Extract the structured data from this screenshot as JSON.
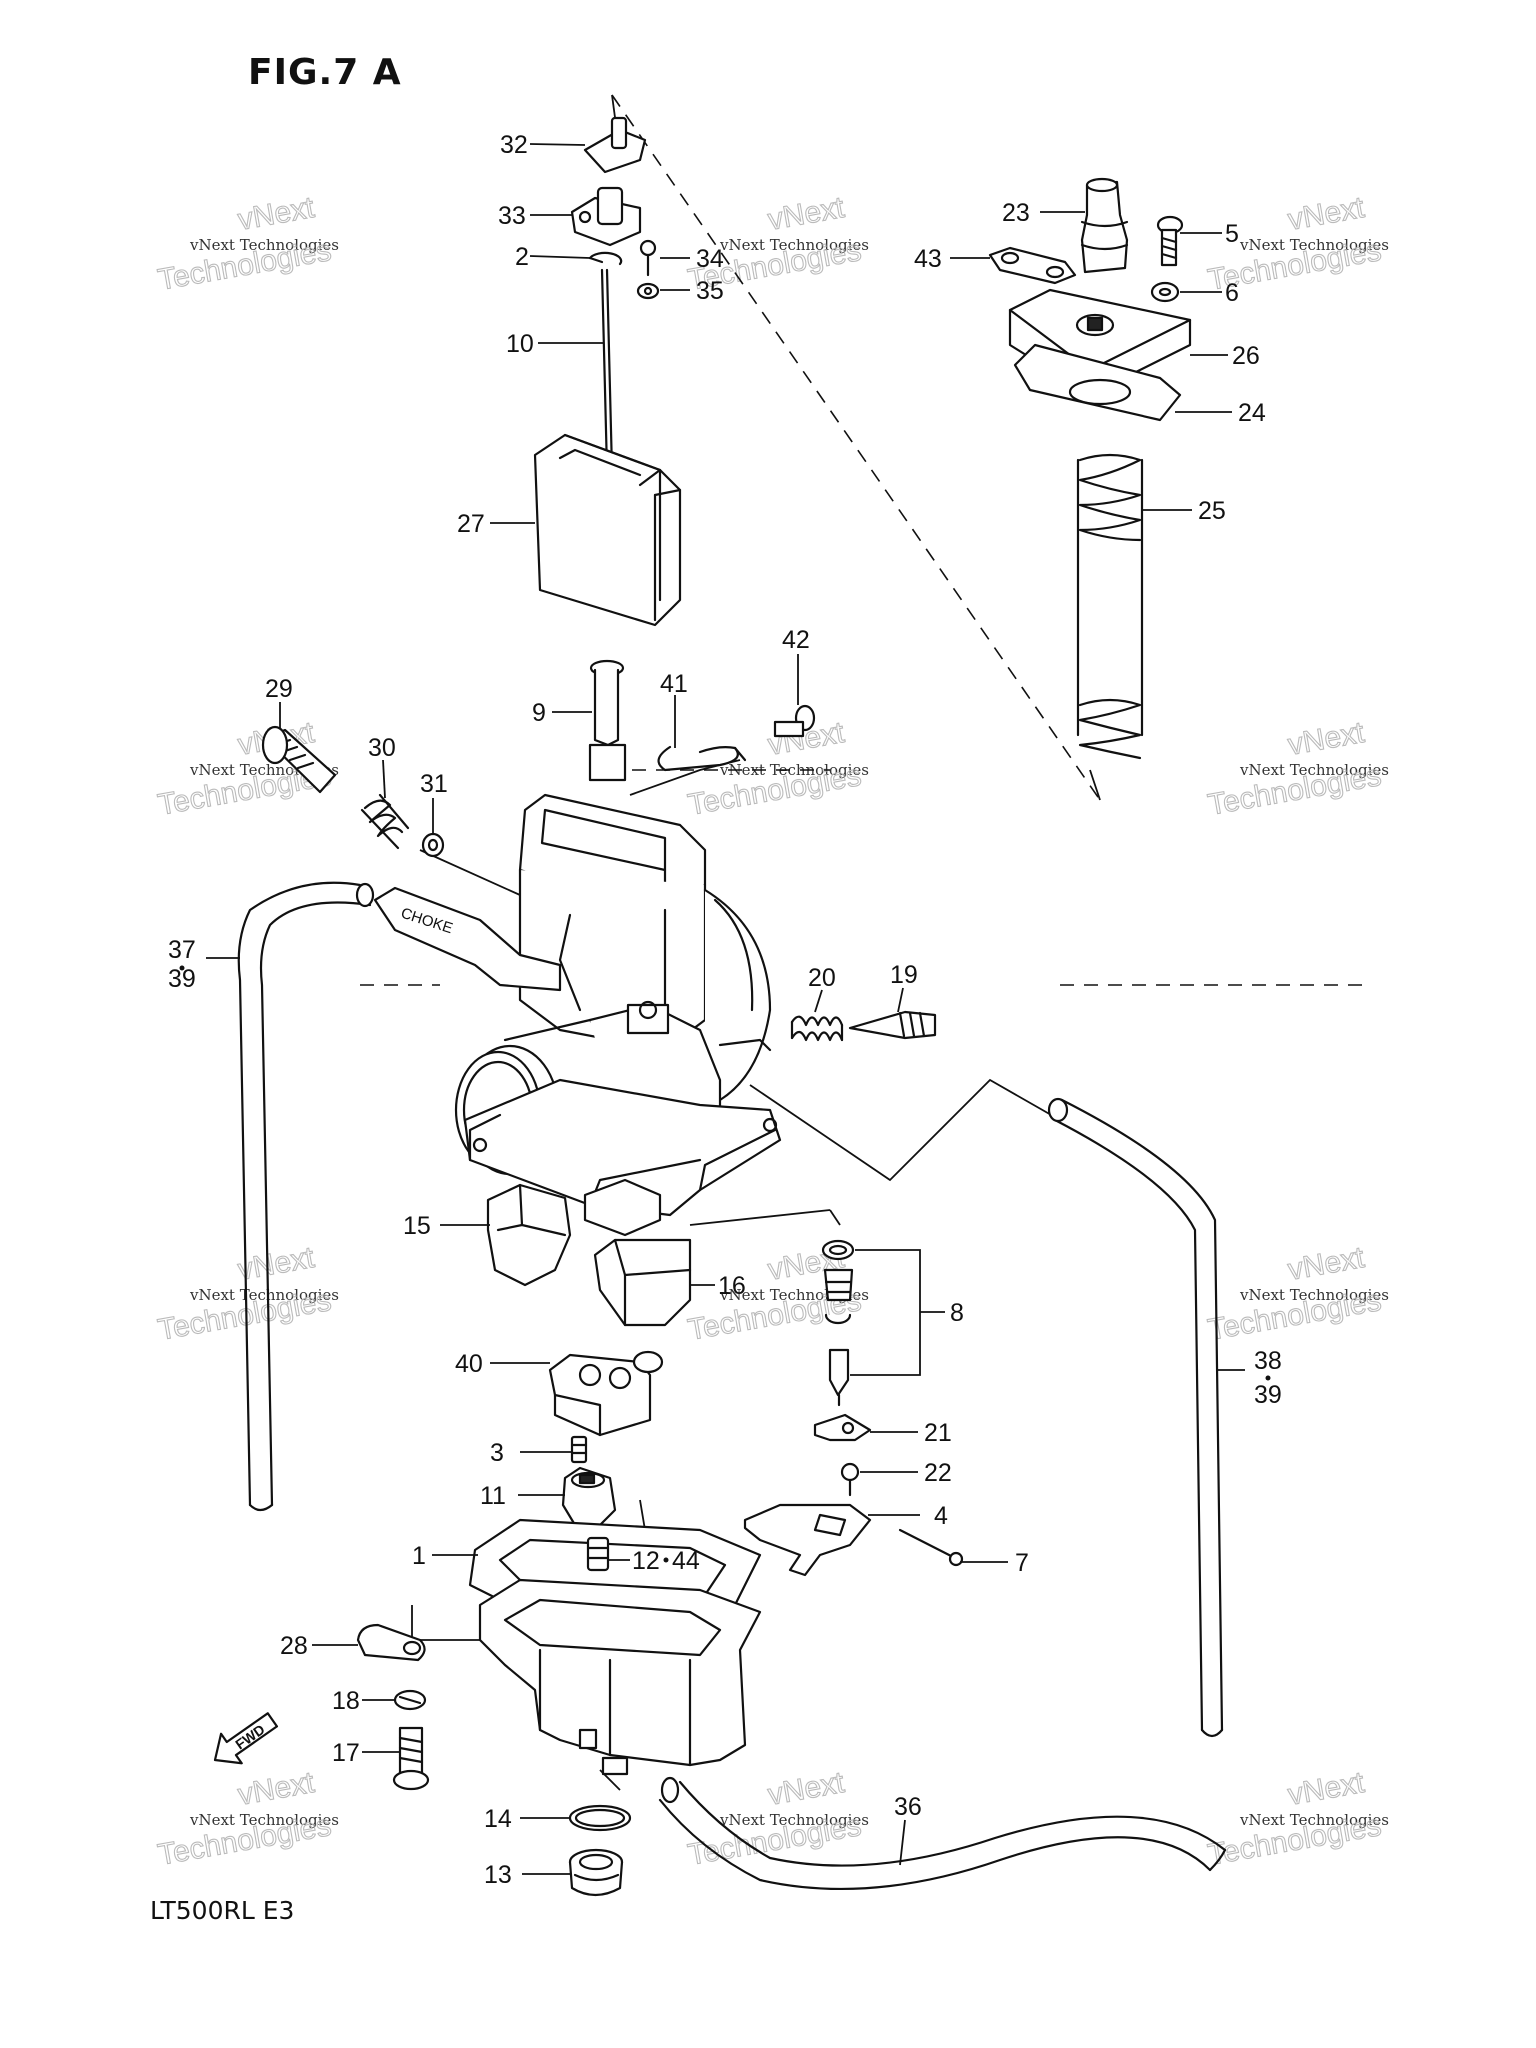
{
  "figure": {
    "title": "FIG.7 A",
    "model_code": "LT500RL  E3",
    "choke_label": "CHOKE"
  },
  "watermark": {
    "line1": "vNext",
    "line2": "vNext Technologies",
    "line3": "Technologies"
  },
  "callouts": [
    {
      "id": "c32",
      "text": "32"
    },
    {
      "id": "c33",
      "text": "33"
    },
    {
      "id": "c2",
      "text": "2"
    },
    {
      "id": "c34",
      "text": "34"
    },
    {
      "id": "c35",
      "text": "35"
    },
    {
      "id": "c10",
      "text": "10"
    },
    {
      "id": "c27",
      "text": "27"
    },
    {
      "id": "c23",
      "text": "23"
    },
    {
      "id": "c5",
      "text": "5"
    },
    {
      "id": "c43",
      "text": "43"
    },
    {
      "id": "c6",
      "text": "6"
    },
    {
      "id": "c26",
      "text": "26"
    },
    {
      "id": "c24",
      "text": "24"
    },
    {
      "id": "c25",
      "text": "25"
    },
    {
      "id": "c42",
      "text": "42"
    },
    {
      "id": "c41",
      "text": "41"
    },
    {
      "id": "c9",
      "text": "9"
    },
    {
      "id": "c29",
      "text": "29"
    },
    {
      "id": "c30",
      "text": "30"
    },
    {
      "id": "c31",
      "text": "31"
    },
    {
      "id": "c37",
      "text": "37"
    },
    {
      "id": "c39a",
      "text": "39"
    },
    {
      "id": "c20",
      "text": "20"
    },
    {
      "id": "c19",
      "text": "19"
    },
    {
      "id": "c15",
      "text": "15"
    },
    {
      "id": "c16",
      "text": "16"
    },
    {
      "id": "c8",
      "text": "8"
    },
    {
      "id": "c38",
      "text": "38"
    },
    {
      "id": "c39b",
      "text": "39"
    },
    {
      "id": "c40",
      "text": "40"
    },
    {
      "id": "c21",
      "text": "21"
    },
    {
      "id": "c3",
      "text": "3"
    },
    {
      "id": "c22",
      "text": "22"
    },
    {
      "id": "c11",
      "text": "11"
    },
    {
      "id": "c4",
      "text": "4"
    },
    {
      "id": "c1",
      "text": "1"
    },
    {
      "id": "c12",
      "text": "12"
    },
    {
      "id": "c44",
      "text": "44"
    },
    {
      "id": "c7",
      "text": "7"
    },
    {
      "id": "c28",
      "text": "28"
    },
    {
      "id": "c18",
      "text": "18"
    },
    {
      "id": "c17",
      "text": "17"
    },
    {
      "id": "c14",
      "text": "14"
    },
    {
      "id": "c36",
      "text": "36"
    },
    {
      "id": "c13",
      "text": "13"
    }
  ],
  "fwd_badge": "FWD"
}
